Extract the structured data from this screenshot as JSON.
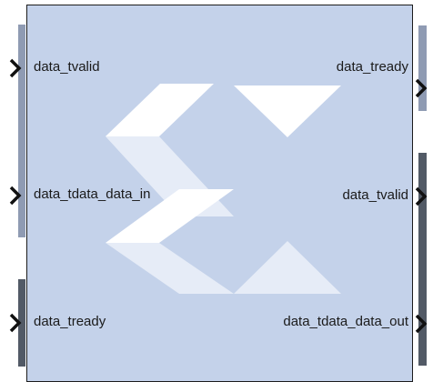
{
  "block": {
    "input_ports": [
      {
        "label": "data_tvalid"
      },
      {
        "label": "data_tdata_data_in"
      },
      {
        "label": "data_tready"
      }
    ],
    "output_ports": [
      {
        "label": "data_tready"
      },
      {
        "label": "data_tvalid"
      },
      {
        "label": "data_tdata_data_out"
      }
    ],
    "logo_icon": "xilinx-sigma-logo-icon",
    "colors": {
      "block_fill": "#c4d2ea",
      "block_border": "#1c1c1c",
      "logo_white": "#ffffff",
      "logo_pale": "#e6ecf7",
      "bus_light": "#8f9bb3",
      "bus_dark": "#525a66",
      "arrow": "#111111"
    }
  }
}
